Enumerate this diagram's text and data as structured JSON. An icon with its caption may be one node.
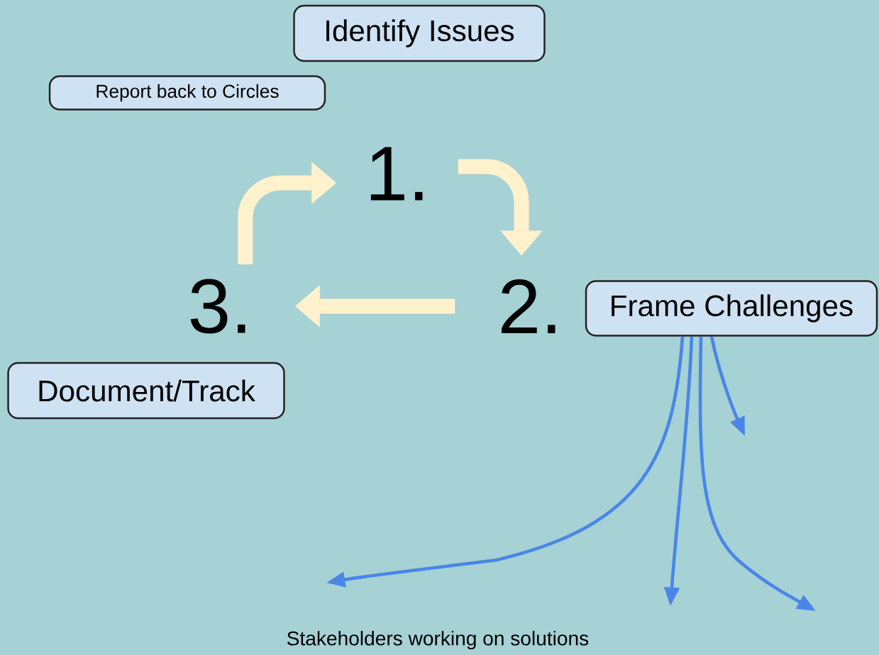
{
  "diagram": {
    "nodes": [
      {
        "text": [
          "Identify Issues"
        ]
      },
      {
        "text": [
          "Report back to Circles"
        ]
      },
      {
        "text": [
          "1."
        ]
      },
      {
        "text": [
          "2."
        ]
      },
      {
        "text": [
          "Frame Challenges"
        ]
      },
      {
        "text": [
          "3."
        ]
      },
      {
        "text": [
          "Document/Track"
        ]
      }
    ],
    "edges": [
      {
        "from": 5,
        "to": 2,
        "arrow": "to",
        "style": "thick",
        "color": "#fff2cc"
      },
      {
        "from": 2,
        "to": 3,
        "arrow": "to",
        "style": "thick",
        "color": "#fff2cc"
      },
      {
        "from": 3,
        "to": 5,
        "arrow": "to",
        "style": "thick",
        "color": "#fff2cc"
      },
      {
        "from": 4,
        "to": null,
        "arrow": "to"
      },
      {
        "from": 4,
        "to": null,
        "arrow": "to"
      },
      {
        "from": 4,
        "to": null,
        "arrow": "to"
      },
      {
        "from": 4,
        "to": null,
        "arrow": "to"
      }
    ],
    "labels": [
      "Stakeholders working on solutions"
    ]
  }
}
